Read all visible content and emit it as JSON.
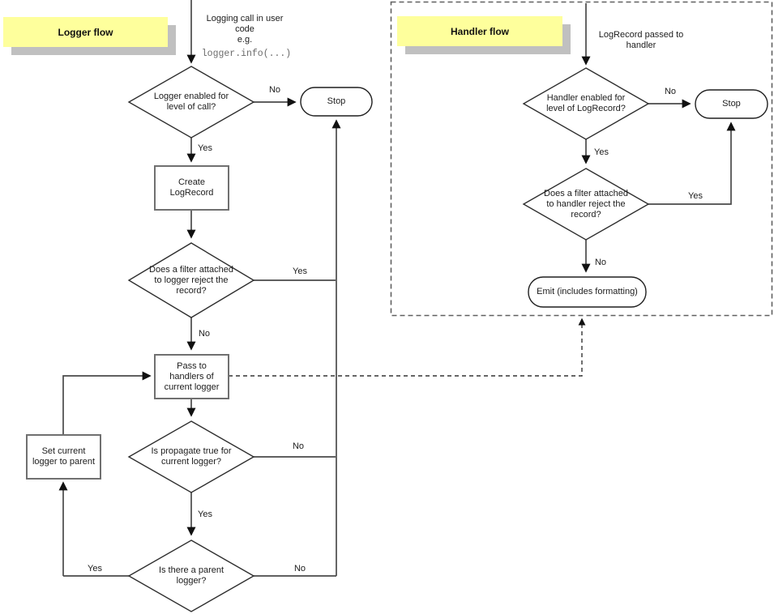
{
  "colors": {
    "sticky_note": "#feff9c",
    "sticky_shadow": "#c0c0c0",
    "line": "#4a4a4a",
    "node_border": "#707070",
    "text": "#1c1c1c"
  },
  "labels": {
    "yes": "Yes",
    "no": "No"
  },
  "logger": {
    "title": "Logger flow",
    "entry": "Logging call in user\ncode\ne.g.",
    "entry_code": "logger.info(...)",
    "enabled_q": "Logger enabled for\nlevel of call?",
    "stop": "Stop",
    "create_box": "Create\nLogRecord",
    "filter_q": "Does a filter attached\nto logger reject the\nrecord?",
    "pass_box": "Pass to\nhandlers of\ncurrent logger",
    "propagate_q": "Is propagate true for\ncurrent logger?",
    "set_parent_box": "Set current\nlogger to parent",
    "parent_q": "Is there a parent\nlogger?"
  },
  "handler": {
    "title": "Handler flow",
    "entry": "LogRecord passed to\nhandler",
    "enabled_q": "Handler enabled for\nlevel of LogRecord?",
    "stop": "Stop",
    "filter_q": "Does a filter attached\nto handler reject the\nrecord?",
    "emit": "Emit (includes formatting)"
  }
}
